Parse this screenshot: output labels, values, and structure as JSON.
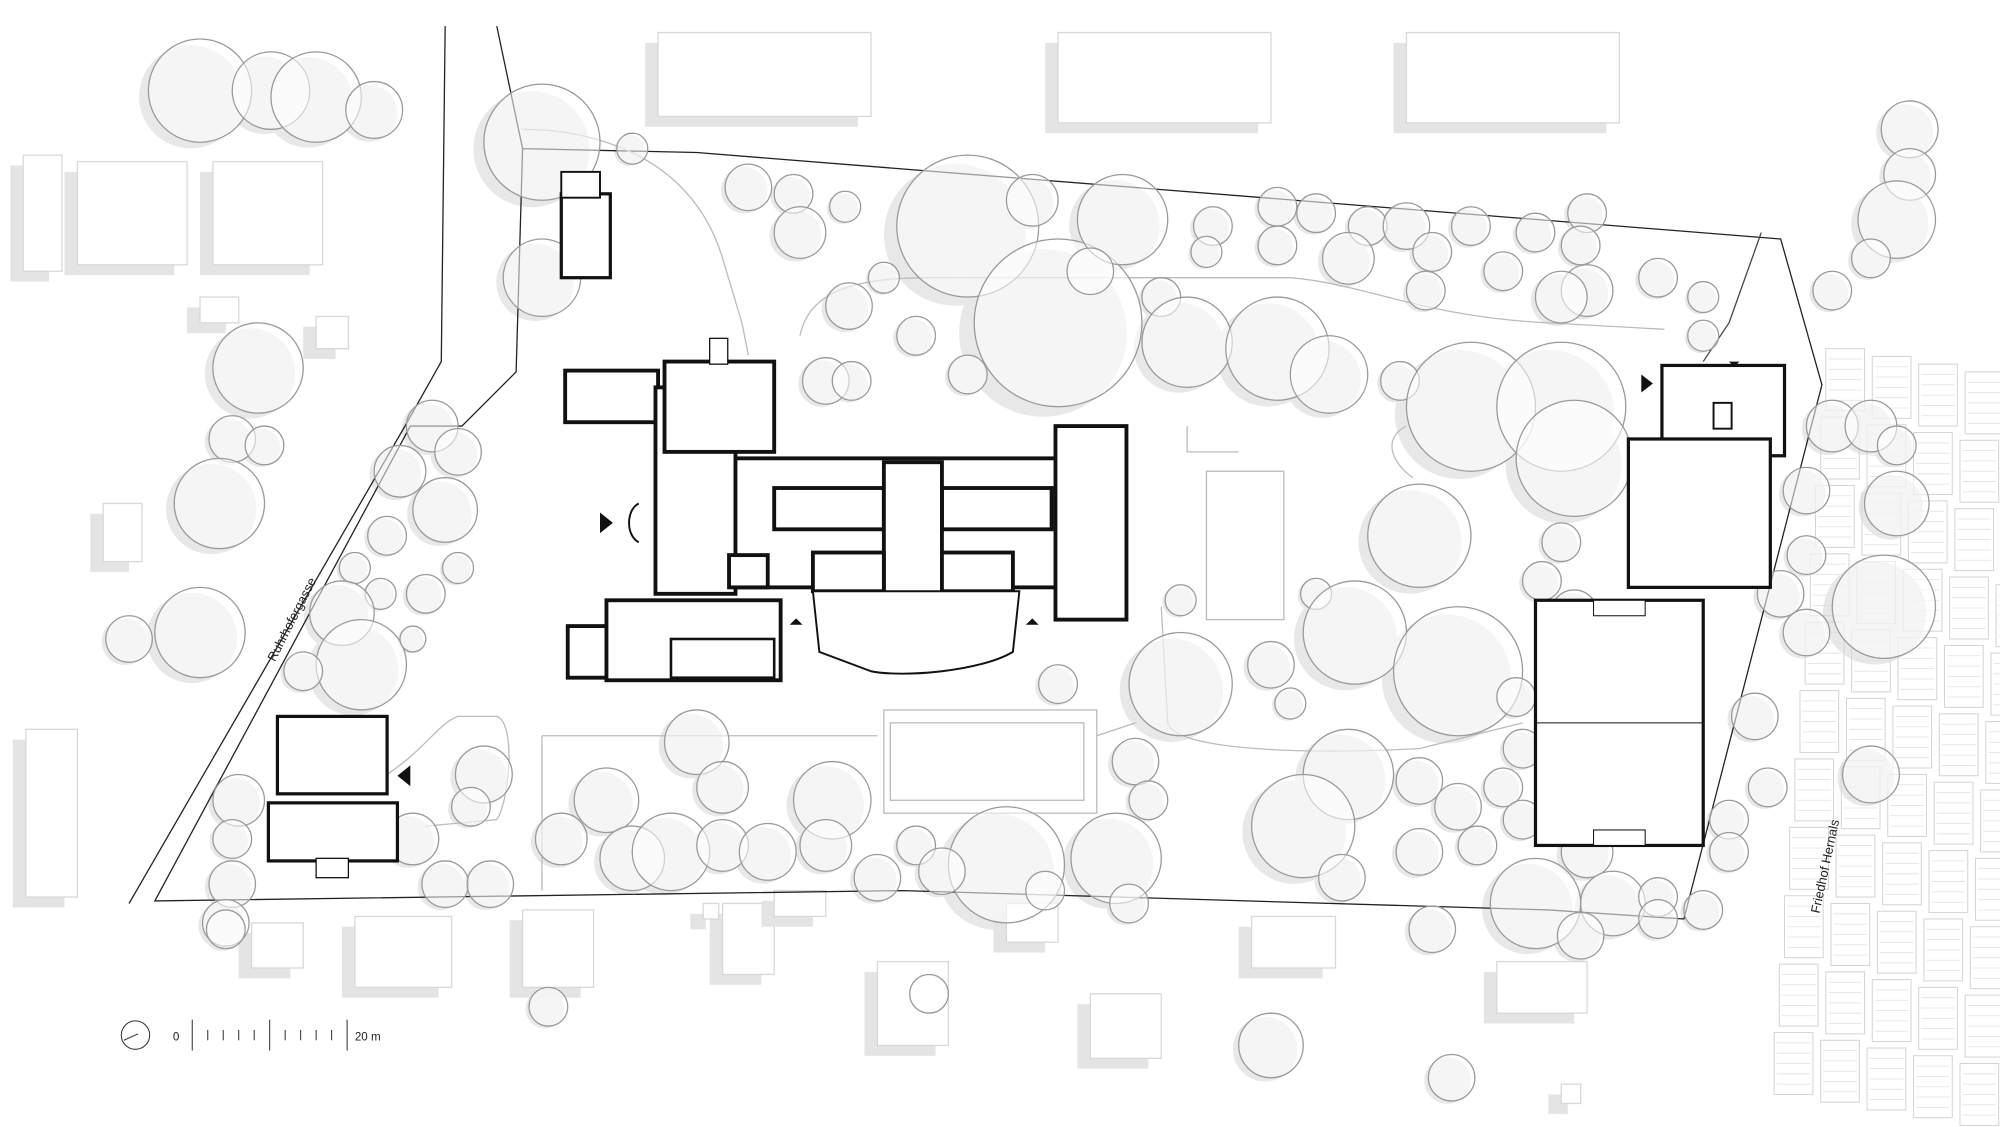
{
  "labels": {
    "street_west": "Ruhrhofergasse",
    "cemetery": "Friedhof Hernals"
  },
  "scale_bar": {
    "start": "0",
    "end": "20 m"
  },
  "icons": {
    "north_arrow": "north-arrow-icon",
    "entrance_marker": "entrance-triangle-icon"
  },
  "colors": {
    "building_outline": "#111111",
    "tree_outline": "#9a9a9a",
    "shadow": "#e6e6e6",
    "boundary": "#222222"
  }
}
